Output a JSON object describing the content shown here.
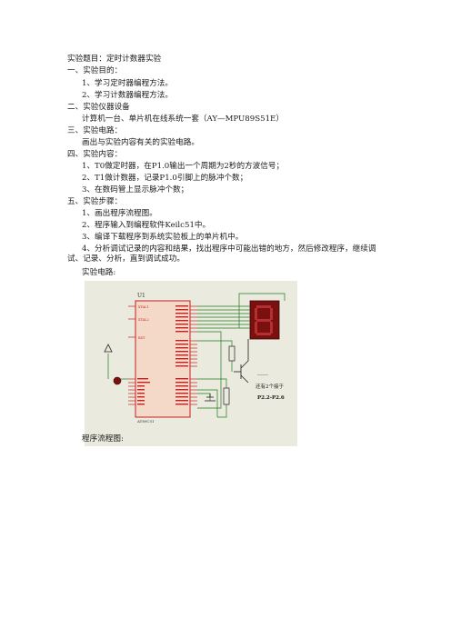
{
  "doc": {
    "title": "实验题目：定时计数器实验",
    "sec1": "一、实验目的：",
    "purpose1": "1、学习定时器编程方法。",
    "purpose2": "2、学习计数器编程方法。",
    "sec2": "二、实验仪器设备",
    "equipment": "计算机一台、单片机在线系统一套（AY—MPU89S51E）",
    "sec3": "三、实验电路：",
    "circuit_desc": "画出与实验内容有关的实验电路。",
    "sec4": "四、实验内容：",
    "content1": "1、T0做定时器，在P1.0输出一个周期为2秒的方波信号；",
    "content2": "2、T1做计数器，记录P1.0引脚上的脉冲个数；",
    "content3": "3、在数码管上显示脉冲个数；",
    "sec5": "五、实验步骤：",
    "step1": "1、画出程序流程图。",
    "step2": "2、程序输入到编程软件Keilc51中。",
    "step3": "3、编译下载程序到系统实验板上的单片机中。",
    "step4": "4、分析调试记录的内容和结果，找出程序中可能出错的地方，然后修改程序，继续调试、记录、分析，直到调试成功。",
    "circuit_label": "实验电路:",
    "flow_label": "程序流程图:"
  },
  "schematic": {
    "chip_ref": "U1",
    "chip_name": "AT89C51",
    "pin_xtal1": "XTAL1",
    "pin_xtal2": "XTAL2",
    "pin_rst": "RST",
    "note_line1": "还有2个接于",
    "note_line2": "P2.2-P2.6",
    "dots": "……",
    "colors": {
      "wire": "#1f7a1f",
      "chip": "#c42020",
      "chip_fill": "#f4d9c8",
      "display": "#7a1010",
      "bg": "#eaeadf"
    }
  }
}
